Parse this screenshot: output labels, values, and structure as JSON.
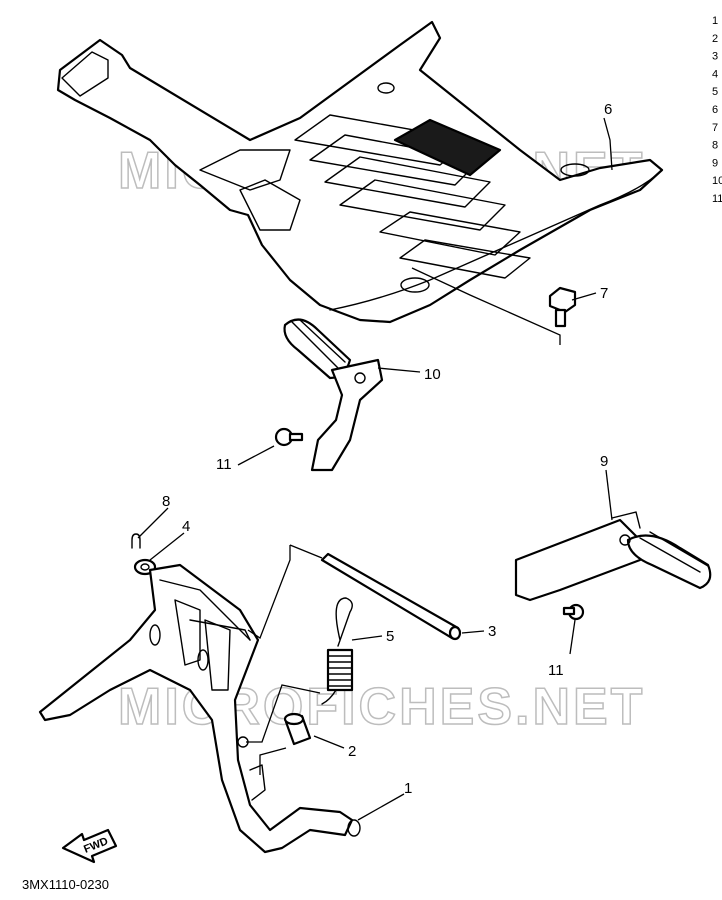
{
  "watermark": "MICROFICHES.NET",
  "diagram_code": "3MX1110-0230",
  "fwd_label": "FWD",
  "legend_numbers": [
    "1",
    "2",
    "3",
    "4",
    "5",
    "6",
    "7",
    "8",
    "9",
    "10",
    "11"
  ],
  "callouts": {
    "c1": "1",
    "c2": "2",
    "c3": "3",
    "c4": "4",
    "c5": "5",
    "c6": "6",
    "c7": "7",
    "c8": "8",
    "c9": "9",
    "c10": "10",
    "c11a": "11",
    "c11b": "11"
  }
}
